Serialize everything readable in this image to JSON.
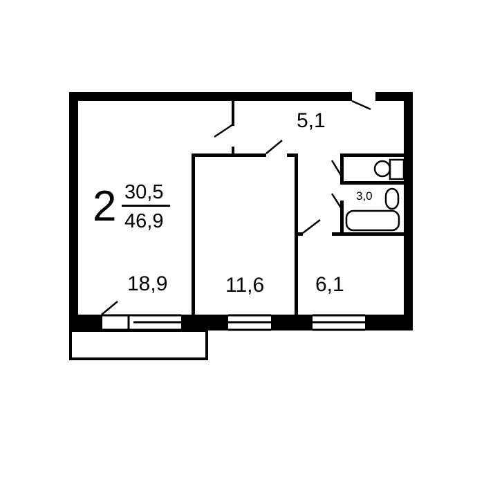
{
  "plan": {
    "rooms_count": "2",
    "living_area": "30,5",
    "total_area": "46,9",
    "colors": {
      "wall": "#000000",
      "background": "#ffffff"
    },
    "rooms": [
      {
        "id": "living-room",
        "area": "18,9"
      },
      {
        "id": "bedroom",
        "area": "11,6"
      },
      {
        "id": "kitchen",
        "area": "6,1"
      },
      {
        "id": "hallway",
        "area": "5,1"
      },
      {
        "id": "bathroom",
        "area": "3,0"
      }
    ]
  }
}
